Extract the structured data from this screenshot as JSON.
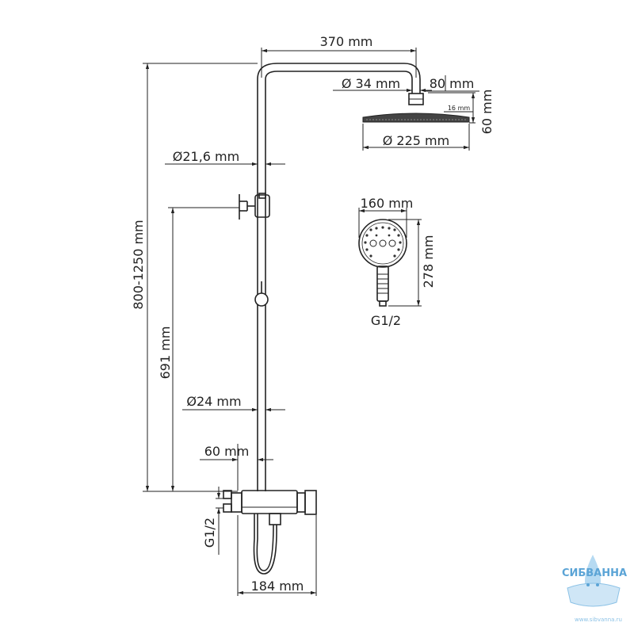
{
  "dimensions": {
    "arm_length": "370 mm",
    "arm_diameter": "Ø 34 mm",
    "head_offset": "80 mm",
    "head_thickness_small": "16 mm",
    "head_height": "60 mm",
    "head_diameter": "Ø 225 mm",
    "pipe_diameter_upper": "Ø21,6 mm",
    "total_height": "800-1250 mm",
    "holder_height": "691 mm",
    "pipe_diameter_lower": "Ø24 mm",
    "mixer_offset": "60 mm",
    "inlet_thread": "G1/2",
    "mixer_width": "184 mm",
    "hand_shower_width": "160 mm",
    "hand_shower_length": "278 mm",
    "hand_shower_thread": "G1/2"
  },
  "watermark": {
    "brand": "СИБВАННА",
    "url": "www.sibvanna.ru",
    "color": "#5ba4d6"
  }
}
